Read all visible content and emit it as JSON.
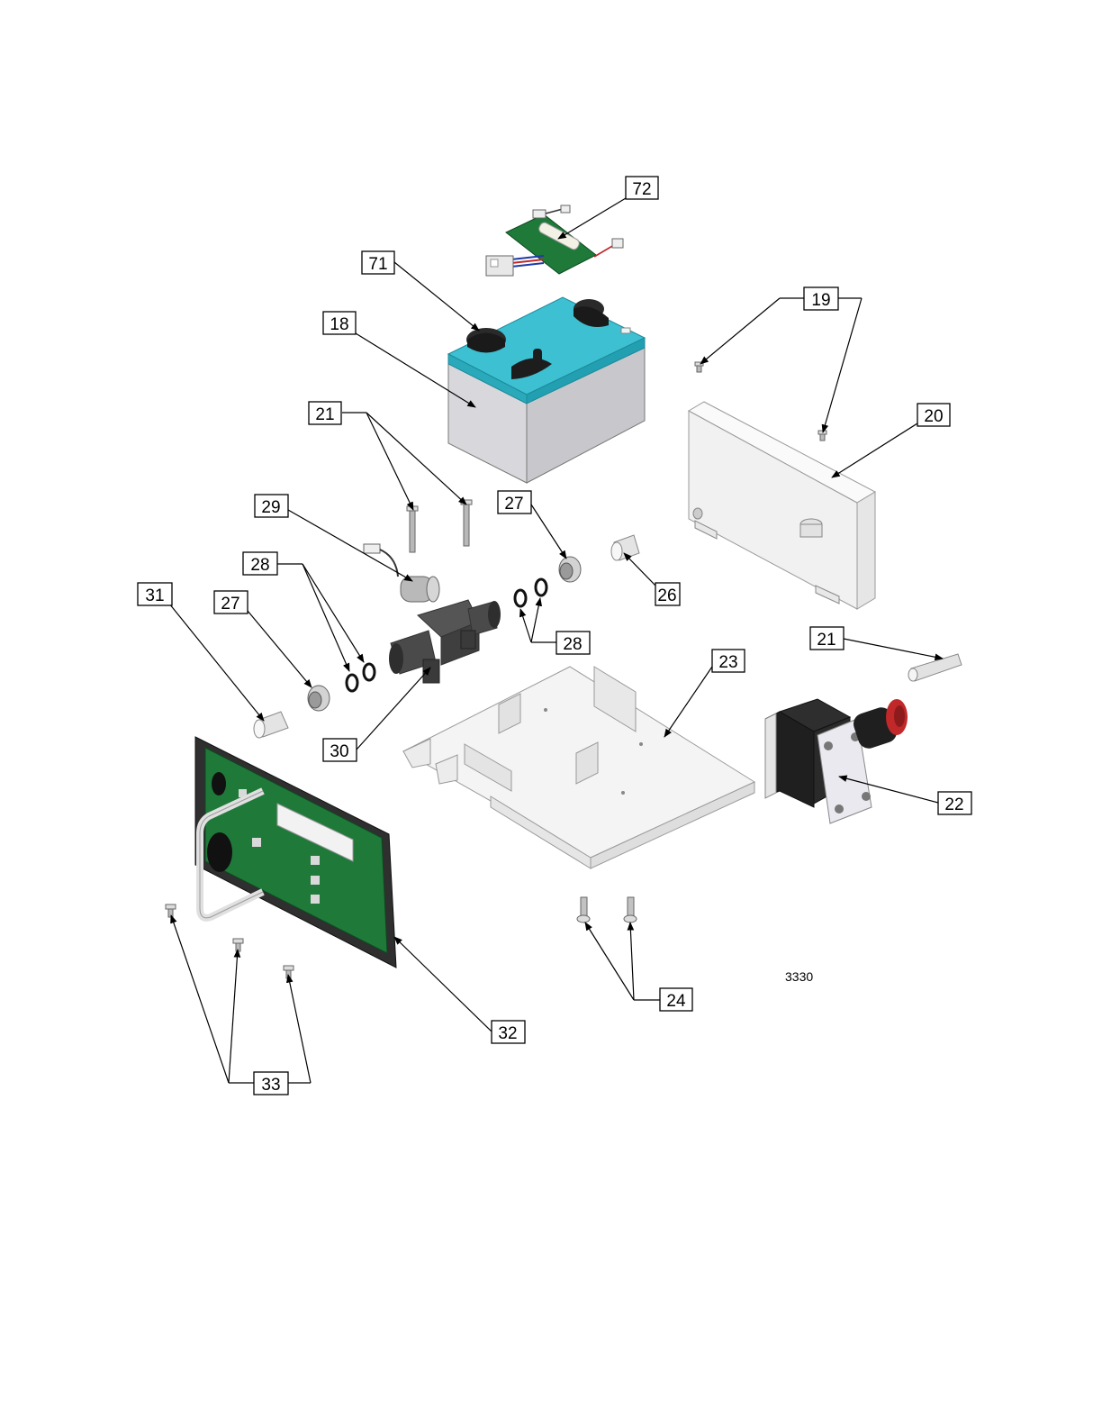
{
  "diagram": {
    "drawing_number": "3330",
    "callouts": [
      {
        "id": "72",
        "label": "72"
      },
      {
        "id": "71",
        "label": "71"
      },
      {
        "id": "18",
        "label": "18"
      },
      {
        "id": "19",
        "label": "19"
      },
      {
        "id": "20",
        "label": "20"
      },
      {
        "id": "21a",
        "label": "21"
      },
      {
        "id": "29",
        "label": "29"
      },
      {
        "id": "27a",
        "label": "27"
      },
      {
        "id": "28a",
        "label": "28"
      },
      {
        "id": "26",
        "label": "26"
      },
      {
        "id": "31",
        "label": "31"
      },
      {
        "id": "27b",
        "label": "27"
      },
      {
        "id": "28b",
        "label": "28"
      },
      {
        "id": "21b",
        "label": "21"
      },
      {
        "id": "23",
        "label": "23"
      },
      {
        "id": "30",
        "label": "30"
      },
      {
        "id": "22",
        "label": "22"
      },
      {
        "id": "24",
        "label": "24"
      },
      {
        "id": "32",
        "label": "32"
      },
      {
        "id": "33",
        "label": "33"
      }
    ],
    "colors": {
      "battery_lid": "#3cc0d2",
      "battery_body": "#d8d8dc",
      "pcb_green": "#1f7a3a",
      "frame_dark": "#2f2f2f",
      "pump_red": "#c0282a",
      "leader_line": "#000000"
    }
  }
}
